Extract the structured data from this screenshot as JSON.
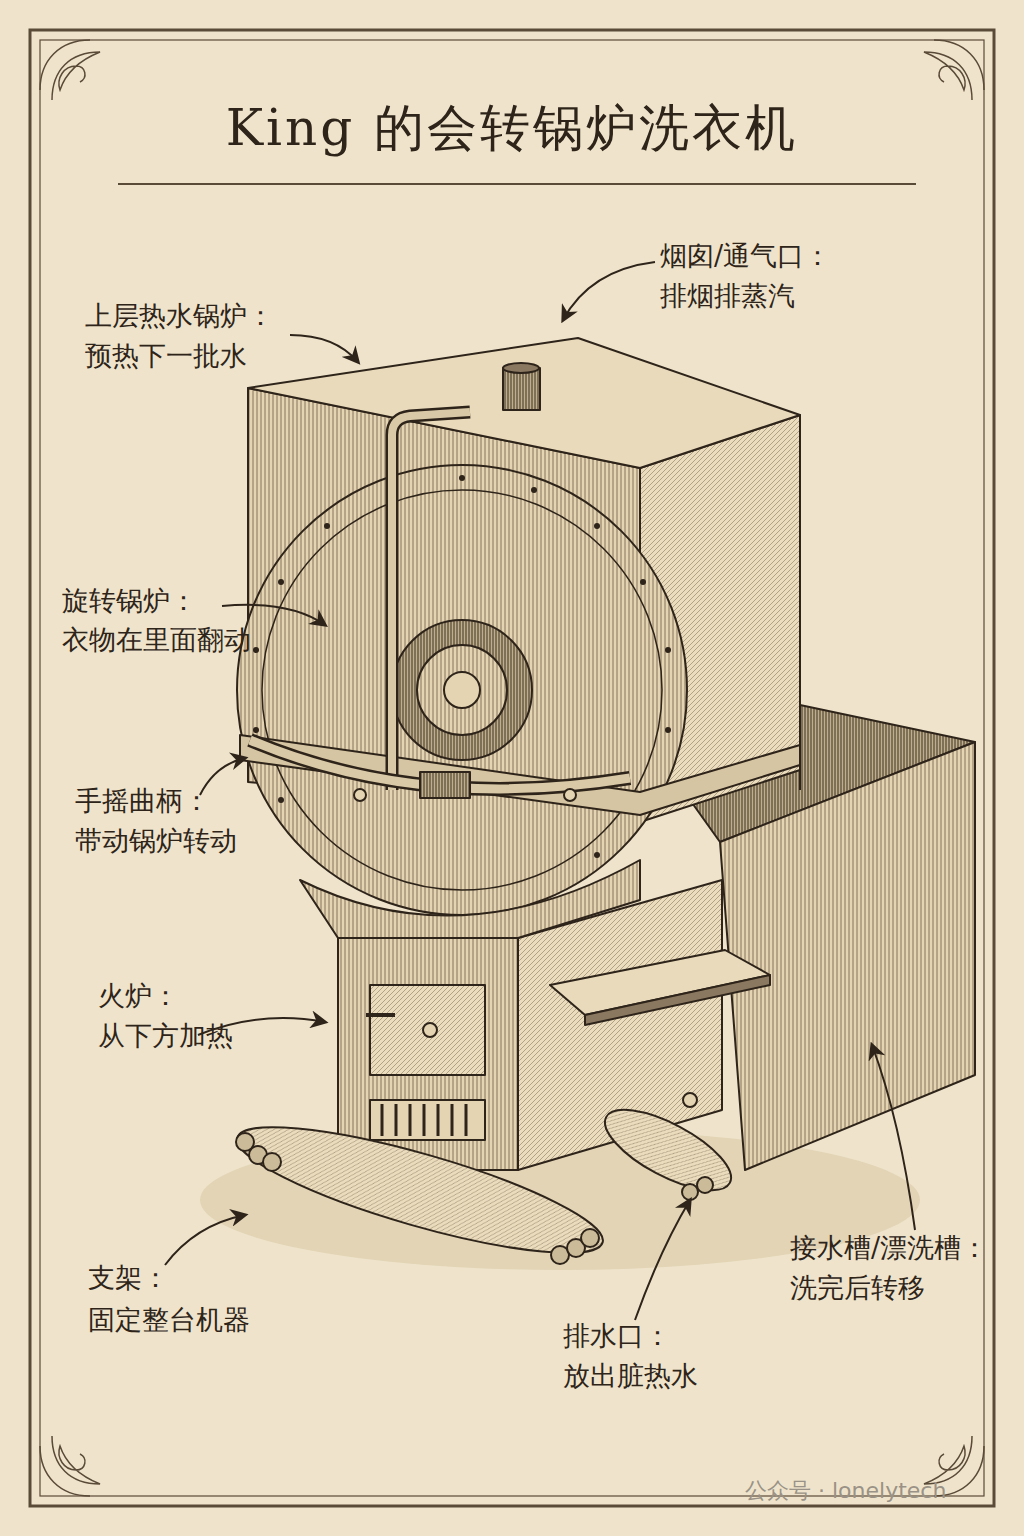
{
  "diagram": {
    "title": "King 的会转锅炉洗衣机",
    "labels": [
      "烟囱/通气口：",
      "排烟排蒸汽",
      "上层热水锅炉：",
      "预热下一批水",
      "旋转锅炉：",
      "衣物在里面翻动",
      "手摇曲柄：",
      "带动锅炉转动",
      "火炉：",
      "从下方加热",
      "支架：",
      "固定整台机器",
      "排水口：",
      "放出脏热水",
      "接水槽/漂洗槽：",
      "洗完后转移",
      "公众号 · lonelytech"
    ]
  }
}
